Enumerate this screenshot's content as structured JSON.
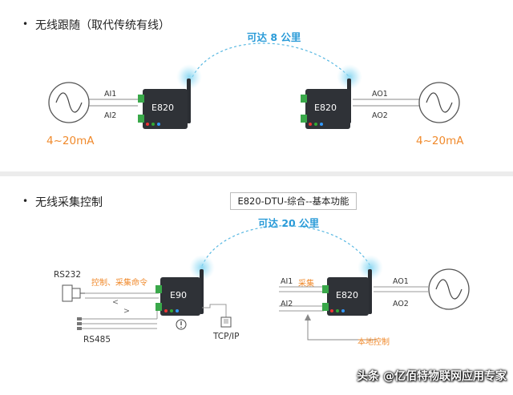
{
  "section1": {
    "bullet": "•",
    "heading": "无线跟随（取代传统有线）",
    "distance": "可达 8 公里",
    "left_range": "4~20mA",
    "right_range": "4~20mA",
    "left_device": "E820",
    "right_device": "E820",
    "inputs": [
      "AI1",
      "AI2"
    ],
    "outputs": [
      "AO1",
      "AO2"
    ]
  },
  "section2": {
    "bullet": "•",
    "heading": "无线采集控制",
    "title_box": "E820-DTU-综合--基本功能",
    "distance": "可达 20 公里",
    "left_device": "E90",
    "right_device": "E820",
    "rs232": "RS232",
    "rs485": "RS485",
    "tcpip": "TCP/IP",
    "control_cmd": "控制、采集命令",
    "arrow_left": "<",
    "arrow_right": ">",
    "inputs": [
      "AI1",
      "AI2"
    ],
    "collect": "采集",
    "outputs": [
      "AO1",
      "AO2"
    ],
    "local_control": "本地控制"
  },
  "watermark": "头条 @亿佰特物联网应用专家",
  "colors": {
    "orange": "#f08a2c",
    "blue": "#2a9bd8",
    "device": "#2f3237",
    "terminal": "#3aa84a"
  }
}
